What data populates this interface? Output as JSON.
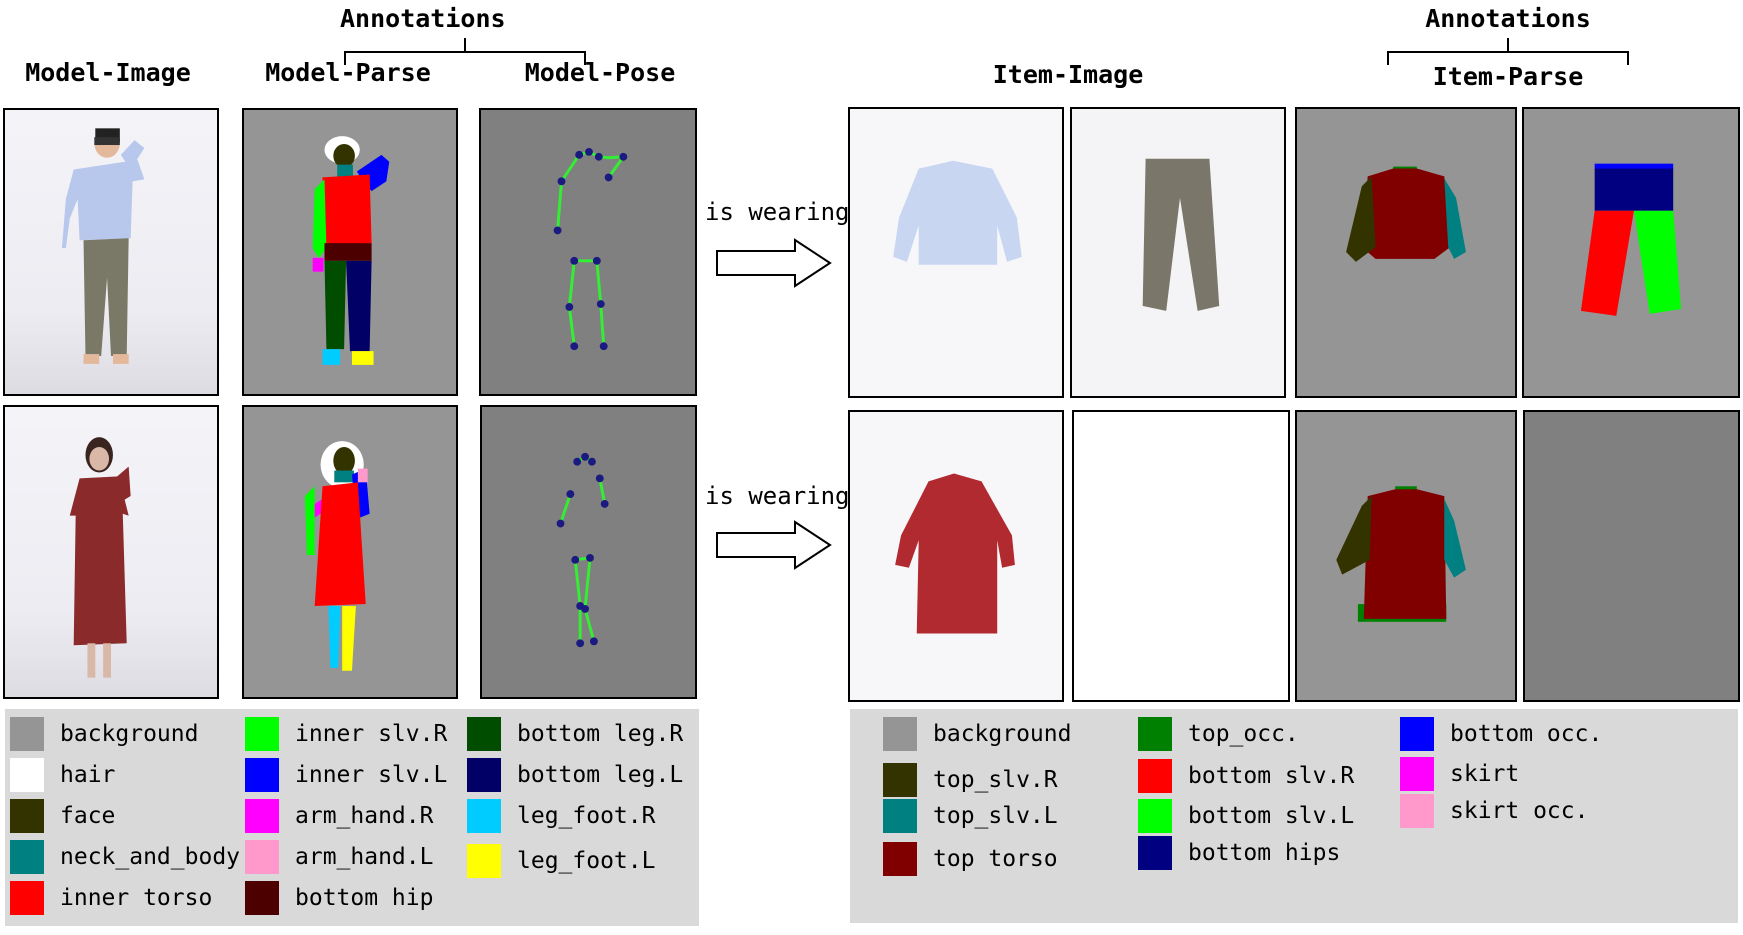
{
  "headers": {
    "annotations_left": "Annotations",
    "annotations_right": "Annotations",
    "model_image": "Model-Image",
    "model_parse": "Model-Parse",
    "model_pose": "Model-Pose",
    "item_image": "Item-Image",
    "item_parse": "Item-Parse"
  },
  "relation": {
    "row1": "is wearing",
    "row2": "is wearing"
  },
  "colors": {
    "background": "#959595",
    "pose_bg": "#808080",
    "skeleton": "#33ee33",
    "joint": "#1a1a80"
  },
  "model_legend": {
    "items": [
      {
        "label": "background",
        "color": "#959595"
      },
      {
        "label": "hair",
        "color": "#ffffff"
      },
      {
        "label": "face",
        "color": "#333300"
      },
      {
        "label": "neck_and_body",
        "color": "#008080"
      },
      {
        "label": "inner torso",
        "color": "#ff0000"
      },
      {
        "label": "inner slv.R",
        "color": "#00ff00"
      },
      {
        "label": "inner slv.L",
        "color": "#0000ff"
      },
      {
        "label": "arm_hand.R",
        "color": "#ff00ff"
      },
      {
        "label": "arm_hand.L",
        "color": "#ff99cc"
      },
      {
        "label": "bottom hip",
        "color": "#4d0000"
      },
      {
        "label": "bottom leg.R",
        "color": "#004d00"
      },
      {
        "label": "bottom leg.L",
        "color": "#000066"
      },
      {
        "label": "leg_foot.R",
        "color": "#00ccff"
      },
      {
        "label": "leg_foot.L",
        "color": "#ffff00"
      }
    ]
  },
  "item_legend": {
    "items": [
      {
        "label": "background",
        "color": "#959595"
      },
      {
        "label": "top_slv.R",
        "color": "#333300"
      },
      {
        "label": "top_slv.L",
        "color": "#008080"
      },
      {
        "label": "top torso",
        "color": "#800000"
      },
      {
        "label": "top_occ.",
        "color": "#008000"
      },
      {
        "label": "bottom slv.R",
        "color": "#ff0000"
      },
      {
        "label": "bottom slv.L",
        "color": "#00ff00"
      },
      {
        "label": "bottom hips",
        "color": "#000080"
      },
      {
        "label": "bottom occ.",
        "color": "#0000ff"
      },
      {
        "label": "skirt",
        "color": "#ff00ff"
      },
      {
        "label": "skirt occ.",
        "color": "#ff99cc"
      }
    ]
  }
}
